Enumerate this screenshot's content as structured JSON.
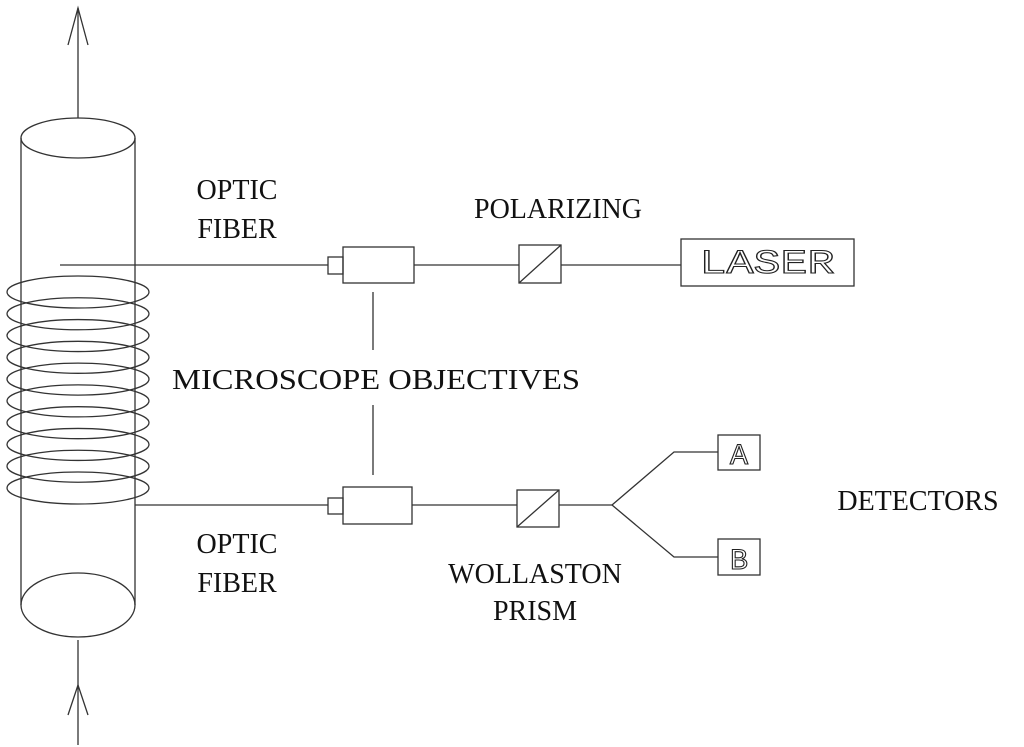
{
  "labels": {
    "optic_fiber_top_1": "OPTIC",
    "optic_fiber_top_2": "FIBER",
    "optic_fiber_bottom_1": "OPTIC",
    "optic_fiber_bottom_2": "FIBER",
    "polarizing": "POLARIZING",
    "laser": "LASER",
    "microscope_objectives": "MICROSCOPE OBJECTIVES",
    "wollaston_1": "WOLLASTON",
    "wollaston_2": "PRISM",
    "detector_a": "A",
    "detector_b": "B",
    "detectors": "DETECTORS"
  },
  "colors": {
    "line": "#333333",
    "text": "#111111",
    "background": "#ffffff"
  },
  "coil": {
    "turns": 10
  }
}
